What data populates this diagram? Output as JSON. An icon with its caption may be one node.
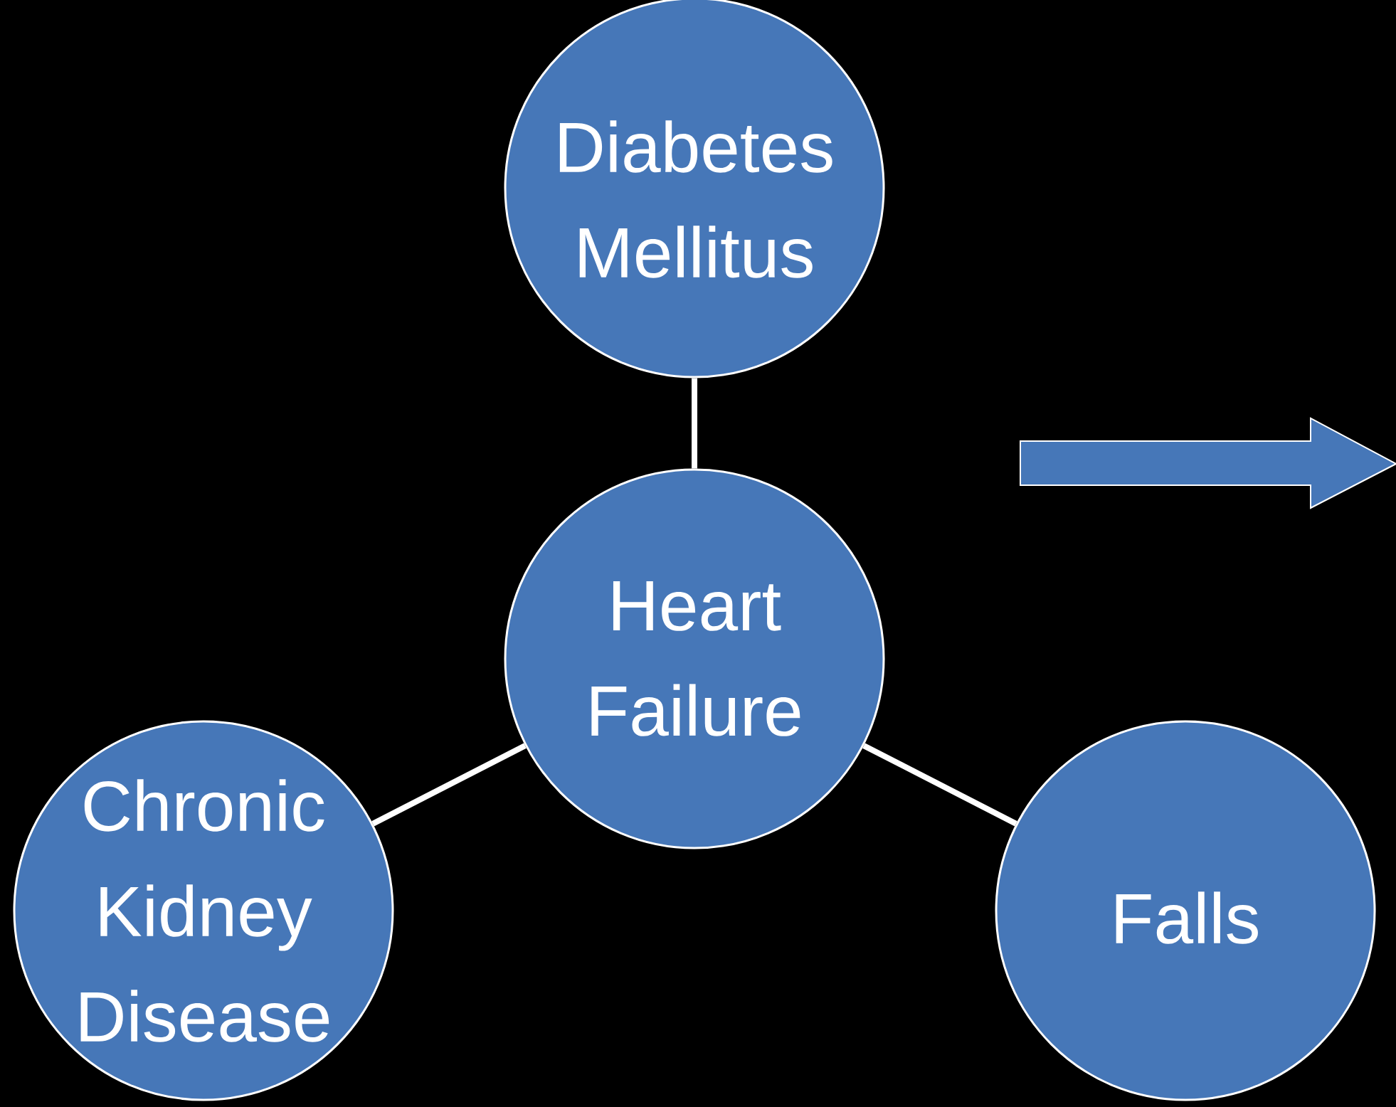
{
  "diagram": {
    "nodes": [
      {
        "text": [
          "Diabetes Mellitus"
        ]
      },
      {
        "text": [
          "Heart Failure"
        ]
      },
      {
        "text": [
          "Chronic Kidney Disease"
        ]
      },
      {
        "text": [
          "Falls"
        ]
      }
    ],
    "edges": [
      {
        "from": 1,
        "to": 0,
        "arrow": "none"
      },
      {
        "from": 1,
        "to": 2,
        "arrow": "none"
      },
      {
        "from": 1,
        "to": 3,
        "arrow": "none"
      }
    ]
  }
}
